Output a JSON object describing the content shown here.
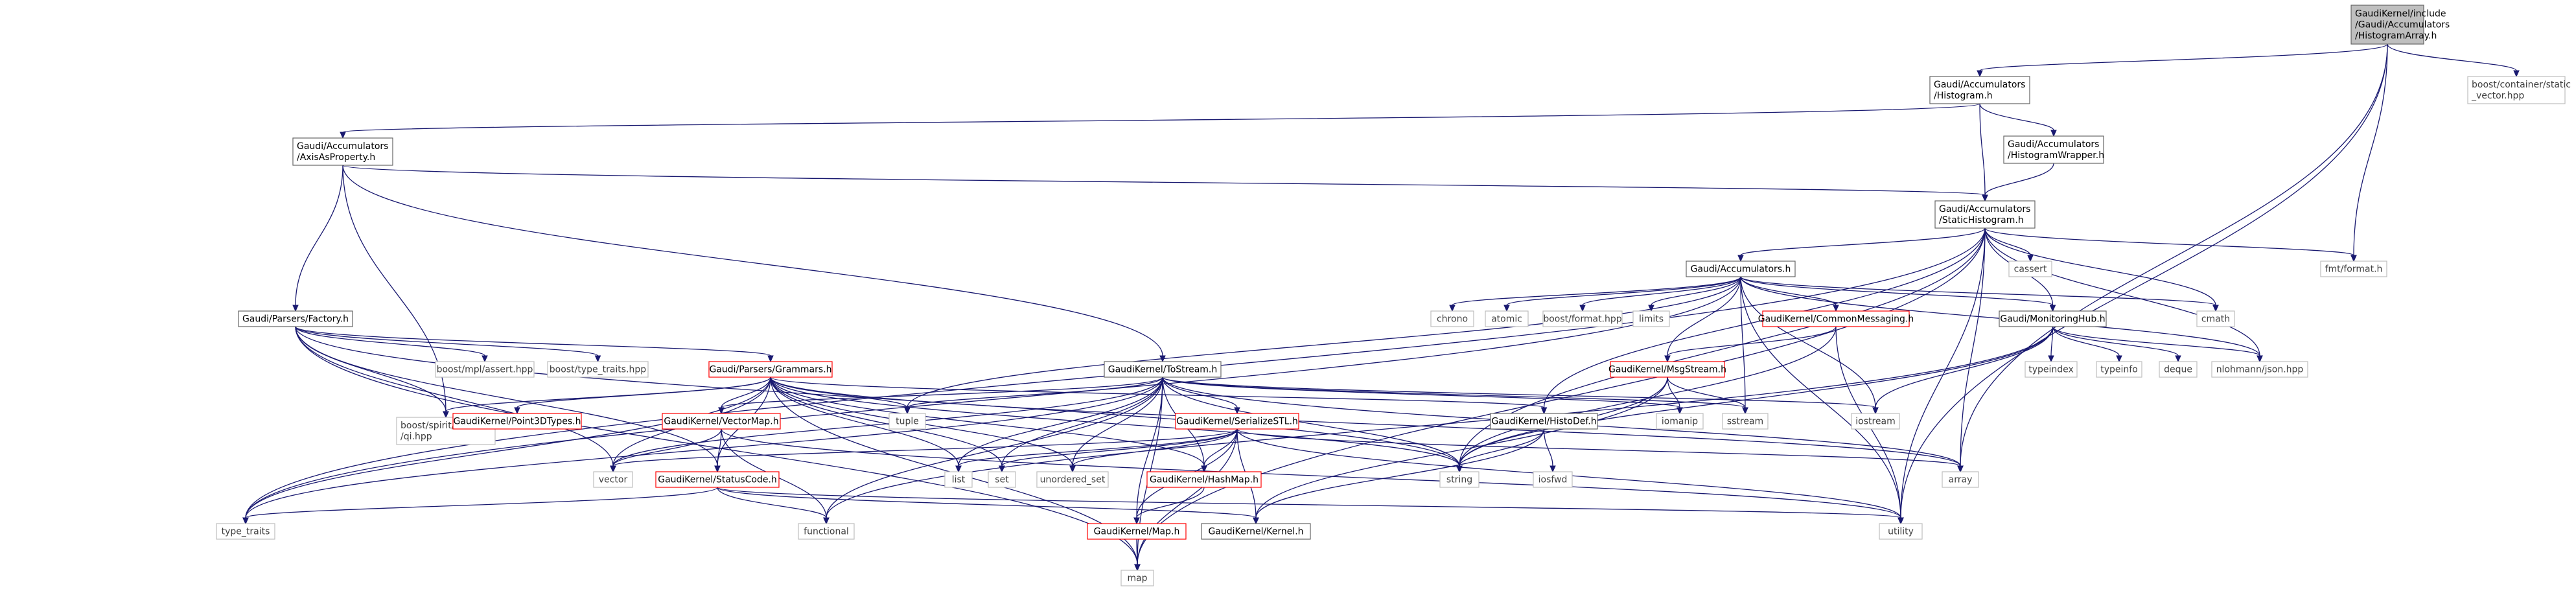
{
  "colors": {
    "edge": "#191970",
    "node_border": "#666666",
    "broken_border": "#ff0000",
    "nolink_border": "#bfbfbf",
    "root_fill": "#bfbfbf",
    "nolink_text": "#404040"
  },
  "nodes": [
    {
      "id": "root",
      "lines": [
        "GaudiKernel/include",
        "/Gaudi/Accumulators",
        "/HistogramArray.h"
      ],
      "kind": "root"
    },
    {
      "id": "histogram_h",
      "lines": [
        "Gaudi/Accumulators",
        "/Histogram.h"
      ],
      "kind": "normal"
    },
    {
      "id": "static_vector",
      "lines": [
        "boost/container/static",
        "_vector.hpp"
      ],
      "kind": "nolink"
    },
    {
      "id": "axis_prop",
      "lines": [
        "Gaudi/Accumulators",
        "/AxisAsProperty.h"
      ],
      "kind": "normal"
    },
    {
      "id": "hist_wrapper",
      "lines": [
        "Gaudi/Accumulators",
        "/HistogramWrapper.h"
      ],
      "kind": "normal"
    },
    {
      "id": "static_hist",
      "lines": [
        "Gaudi/Accumulators",
        "/StaticHistogram.h"
      ],
      "kind": "normal"
    },
    {
      "id": "accumulators_h",
      "lines": [
        "Gaudi/Accumulators.h"
      ],
      "kind": "normal"
    },
    {
      "id": "factory_h",
      "lines": [
        "Gaudi/Parsers/Factory.h"
      ],
      "kind": "normal"
    },
    {
      "id": "grammars_h",
      "lines": [
        "Gaudi/Parsers/Grammars.h"
      ],
      "kind": "broken"
    },
    {
      "id": "tostream_h",
      "lines": [
        "GaudiKernel/ToStream.h"
      ],
      "kind": "normal"
    },
    {
      "id": "mpl_assert",
      "lines": [
        "boost/mpl/assert.hpp"
      ],
      "kind": "nolink"
    },
    {
      "id": "boost_type_traits",
      "lines": [
        "boost/type_traits.hpp"
      ],
      "kind": "nolink"
    },
    {
      "id": "spirit_qi",
      "lines": [
        "boost/spirit/include",
        "/qi.hpp"
      ],
      "kind": "nolink"
    },
    {
      "id": "chrono",
      "lines": [
        "chrono"
      ],
      "kind": "nolink"
    },
    {
      "id": "atomic",
      "lines": [
        "atomic"
      ],
      "kind": "nolink"
    },
    {
      "id": "boost_format",
      "lines": [
        "boost/format.hpp"
      ],
      "kind": "nolink"
    },
    {
      "id": "limits",
      "lines": [
        "limits"
      ],
      "kind": "nolink"
    },
    {
      "id": "common_msg",
      "lines": [
        "GaudiKernel/CommonMessaging.h"
      ],
      "kind": "broken"
    },
    {
      "id": "monitoring_hub",
      "lines": [
        "Gaudi/MonitoringHub.h"
      ],
      "kind": "normal"
    },
    {
      "id": "cassert",
      "lines": [
        "cassert"
      ],
      "kind": "nolink"
    },
    {
      "id": "fmt_format",
      "lines": [
        "fmt/format.h"
      ],
      "kind": "nolink"
    },
    {
      "id": "cmath",
      "lines": [
        "cmath"
      ],
      "kind": "nolink"
    },
    {
      "id": "msgstream_h",
      "lines": [
        "GaudiKernel/MsgStream.h"
      ],
      "kind": "broken"
    },
    {
      "id": "point3d",
      "lines": [
        "GaudiKernel/Point3DTypes.h"
      ],
      "kind": "broken"
    },
    {
      "id": "vectormap_h",
      "lines": [
        "GaudiKernel/VectorMap.h"
      ],
      "kind": "broken"
    },
    {
      "id": "tuple",
      "lines": [
        "tuple"
      ],
      "kind": "nolink"
    },
    {
      "id": "serializestl_h",
      "lines": [
        "GaudiKernel/SerializeSTL.h"
      ],
      "kind": "broken"
    },
    {
      "id": "histodef_h",
      "lines": [
        "GaudiKernel/HistoDef.h"
      ],
      "kind": "normal"
    },
    {
      "id": "iomanip",
      "lines": [
        "iomanip"
      ],
      "kind": "nolink"
    },
    {
      "id": "sstream",
      "lines": [
        "sstream"
      ],
      "kind": "nolink"
    },
    {
      "id": "iostream",
      "lines": [
        "iostream"
      ],
      "kind": "nolink"
    },
    {
      "id": "typeindex",
      "lines": [
        "typeindex"
      ],
      "kind": "nolink"
    },
    {
      "id": "typeinfo",
      "lines": [
        "typeinfo"
      ],
      "kind": "nolink"
    },
    {
      "id": "deque",
      "lines": [
        "deque"
      ],
      "kind": "nolink"
    },
    {
      "id": "nlohmann",
      "lines": [
        "nlohmann/json.hpp"
      ],
      "kind": "nolink"
    },
    {
      "id": "vector",
      "lines": [
        "vector"
      ],
      "kind": "nolink"
    },
    {
      "id": "statuscode_h",
      "lines": [
        "GaudiKernel/StatusCode.h"
      ],
      "kind": "broken"
    },
    {
      "id": "list",
      "lines": [
        "list"
      ],
      "kind": "nolink"
    },
    {
      "id": "set",
      "lines": [
        "set"
      ],
      "kind": "nolink"
    },
    {
      "id": "unordered_set",
      "lines": [
        "unordered_set"
      ],
      "kind": "nolink"
    },
    {
      "id": "hashmap_h",
      "lines": [
        "GaudiKernel/HashMap.h"
      ],
      "kind": "broken"
    },
    {
      "id": "string",
      "lines": [
        "string"
      ],
      "kind": "nolink"
    },
    {
      "id": "iosfwd",
      "lines": [
        "iosfwd"
      ],
      "kind": "nolink"
    },
    {
      "id": "array",
      "lines": [
        "array"
      ],
      "kind": "nolink"
    },
    {
      "id": "type_traits",
      "lines": [
        "type_traits"
      ],
      "kind": "nolink"
    },
    {
      "id": "functional",
      "lines": [
        "functional"
      ],
      "kind": "nolink"
    },
    {
      "id": "map_h",
      "lines": [
        "GaudiKernel/Map.h"
      ],
      "kind": "broken"
    },
    {
      "id": "kernel_h",
      "lines": [
        "GaudiKernel/Kernel.h"
      ],
      "kind": "normal"
    },
    {
      "id": "utility",
      "lines": [
        "utility"
      ],
      "kind": "nolink"
    },
    {
      "id": "map",
      "lines": [
        "map"
      ],
      "kind": "nolink"
    }
  ],
  "edges": [
    [
      "root",
      "histogram_h"
    ],
    [
      "root",
      "static_vector"
    ],
    [
      "root",
      "fmt_format"
    ],
    [
      "root",
      "array"
    ],
    [
      "root",
      "utility"
    ],
    [
      "histogram_h",
      "axis_prop"
    ],
    [
      "histogram_h",
      "hist_wrapper"
    ],
    [
      "histogram_h",
      "static_hist"
    ],
    [
      "hist_wrapper",
      "static_hist"
    ],
    [
      "axis_prop",
      "static_hist"
    ],
    [
      "axis_prop",
      "factory_h"
    ],
    [
      "axis_prop",
      "tostream_h"
    ],
    [
      "axis_prop",
      "spirit_qi"
    ],
    [
      "static_hist",
      "accumulators_h"
    ],
    [
      "static_hist",
      "cassert"
    ],
    [
      "static_hist",
      "fmt_format"
    ],
    [
      "static_hist",
      "cmath"
    ],
    [
      "static_hist",
      "monitoring_hub"
    ],
    [
      "static_hist",
      "nlohmann"
    ],
    [
      "static_hist",
      "histodef_h"
    ],
    [
      "static_hist",
      "string"
    ],
    [
      "static_hist",
      "array"
    ],
    [
      "static_hist",
      "utility"
    ],
    [
      "static_hist",
      "type_traits"
    ],
    [
      "static_hist",
      "map"
    ],
    [
      "accumulators_h",
      "chrono"
    ],
    [
      "accumulators_h",
      "atomic"
    ],
    [
      "accumulators_h",
      "boost_format"
    ],
    [
      "accumulators_h",
      "limits"
    ],
    [
      "accumulators_h",
      "common_msg"
    ],
    [
      "accumulators_h",
      "monitoring_hub"
    ],
    [
      "accumulators_h",
      "msgstream_h"
    ],
    [
      "accumulators_h",
      "cmath"
    ],
    [
      "accumulators_h",
      "nlohmann"
    ],
    [
      "accumulators_h",
      "tuple"
    ],
    [
      "accumulators_h",
      "sstream"
    ],
    [
      "accumulators_h",
      "iostream"
    ],
    [
      "accumulators_h",
      "utility"
    ],
    [
      "accumulators_h",
      "type_traits"
    ],
    [
      "factory_h",
      "grammars_h"
    ],
    [
      "factory_h",
      "mpl_assert"
    ],
    [
      "factory_h",
      "boost_type_traits"
    ],
    [
      "factory_h",
      "spirit_qi"
    ],
    [
      "factory_h",
      "string"
    ],
    [
      "factory_h",
      "vector"
    ],
    [
      "factory_h",
      "statuscode_h"
    ],
    [
      "factory_h",
      "map"
    ],
    [
      "grammars_h",
      "point3d"
    ],
    [
      "grammars_h",
      "vectormap_h"
    ],
    [
      "grammars_h",
      "hashmap_h"
    ],
    [
      "grammars_h",
      "tuple"
    ],
    [
      "grammars_h",
      "spirit_qi"
    ],
    [
      "grammars_h",
      "vector"
    ],
    [
      "grammars_h",
      "list"
    ],
    [
      "grammars_h",
      "set"
    ],
    [
      "grammars_h",
      "unordered_set"
    ],
    [
      "grammars_h",
      "string"
    ],
    [
      "grammars_h",
      "map"
    ],
    [
      "grammars_h",
      "type_traits"
    ],
    [
      "grammars_h",
      "histodef_h"
    ],
    [
      "grammars_h",
      "array"
    ],
    [
      "grammars_h",
      "statuscode_h"
    ],
    [
      "tostream_h",
      "serializestl_h"
    ],
    [
      "tostream_h",
      "vectormap_h"
    ],
    [
      "tostream_h",
      "hashmap_h"
    ],
    [
      "tostream_h",
      "map_h"
    ],
    [
      "tostream_h",
      "iomanip"
    ],
    [
      "tostream_h",
      "sstream"
    ],
    [
      "tostream_h",
      "iostream"
    ],
    [
      "tostream_h",
      "tuple"
    ],
    [
      "tostream_h",
      "list"
    ],
    [
      "tostream_h",
      "set"
    ],
    [
      "tostream_h",
      "unordered_set"
    ],
    [
      "tostream_h",
      "string"
    ],
    [
      "tostream_h",
      "array"
    ],
    [
      "tostream_h",
      "vector"
    ],
    [
      "tostream_h",
      "functional"
    ],
    [
      "tostream_h",
      "map"
    ],
    [
      "tostream_h",
      "type_traits"
    ],
    [
      "common_msg",
      "msgstream_h"
    ],
    [
      "common_msg",
      "string"
    ],
    [
      "common_msg",
      "utility"
    ],
    [
      "monitoring_hub",
      "typeindex"
    ],
    [
      "monitoring_hub",
      "typeinfo"
    ],
    [
      "monitoring_hub",
      "deque"
    ],
    [
      "monitoring_hub",
      "nlohmann"
    ],
    [
      "monitoring_hub",
      "string"
    ],
    [
      "monitoring_hub",
      "iostream"
    ],
    [
      "monitoring_hub",
      "functional"
    ],
    [
      "msgstream_h",
      "iomanip"
    ],
    [
      "msgstream_h",
      "sstream"
    ],
    [
      "msgstream_h",
      "string"
    ],
    [
      "msgstream_h",
      "kernel_h"
    ],
    [
      "vectormap_h",
      "vector"
    ],
    [
      "vectormap_h",
      "statuscode_h"
    ],
    [
      "vectormap_h",
      "functional"
    ],
    [
      "vectormap_h",
      "utility"
    ],
    [
      "statuscode_h",
      "type_traits"
    ],
    [
      "statuscode_h",
      "functional"
    ],
    [
      "statuscode_h",
      "kernel_h"
    ],
    [
      "statuscode_h",
      "utility"
    ],
    [
      "serializestl_h",
      "vector"
    ],
    [
      "serializestl_h",
      "list"
    ],
    [
      "serializestl_h",
      "set"
    ],
    [
      "serializestl_h",
      "unordered_set"
    ],
    [
      "serializestl_h",
      "hashmap_h"
    ],
    [
      "serializestl_h",
      "map_h"
    ],
    [
      "serializestl_h",
      "array"
    ],
    [
      "serializestl_h",
      "utility"
    ],
    [
      "serializestl_h",
      "map"
    ],
    [
      "serializestl_h",
      "kernel_h"
    ],
    [
      "histodef_h",
      "string"
    ],
    [
      "histodef_h",
      "iosfwd"
    ],
    [
      "histodef_h",
      "kernel_h"
    ],
    [
      "hashmap_h",
      "map_h"
    ],
    [
      "map_h",
      "map"
    ]
  ]
}
